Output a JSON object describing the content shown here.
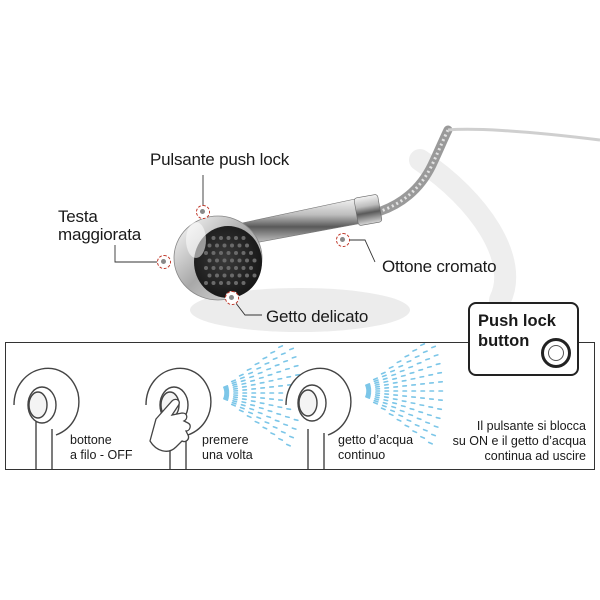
{
  "labels": {
    "push_lock": "Pulsante push lock",
    "head_line1": "Testa",
    "head_line2": "maggiorata",
    "brass": "Ottone cromato",
    "gentle_jet": "Getto delicato"
  },
  "push_lock_box": {
    "line1": "Push lock",
    "line2": "button"
  },
  "steps": [
    {
      "line1": "bottone",
      "line2": "a filo - OFF"
    },
    {
      "line1": "premere",
      "line2": "una volta"
    },
    {
      "line1": "getto d’acqua",
      "line2": "continuo"
    }
  ],
  "note": {
    "line1": "Il pulsante si blocca",
    "line2": "su ON e il getto d’acqua",
    "line3": "continua ad uscire"
  },
  "colors": {
    "marker": "#c0392b",
    "spray": "#7cc6e8",
    "chrome": "#9a9a9a"
  },
  "icons": [
    "shower-head",
    "shower-handle",
    "finger-pointer",
    "water-spray",
    "push-button"
  ]
}
